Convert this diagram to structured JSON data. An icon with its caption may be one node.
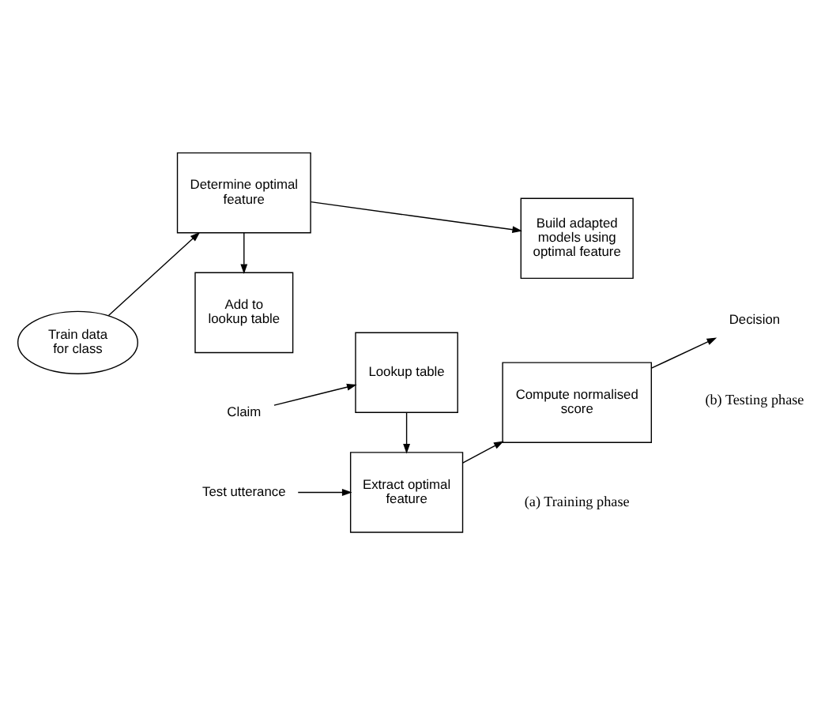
{
  "diagram": {
    "nodes": [
      {
        "text": [
          "Train data for class"
        ]
      },
      {
        "text": [
          "Determine optimal feature"
        ]
      },
      {
        "text": [
          "Build adapted models using optimal feature"
        ]
      },
      {
        "text": [
          "Add to lookup table"
        ]
      },
      {
        "text": [
          "Test utterance"
        ]
      },
      {
        "text": [
          "Extract optimal feature"
        ]
      },
      {
        "text": [
          "Compute normalised score"
        ]
      },
      {
        "text": [
          "Decision"
        ]
      },
      {
        "text": [
          "Claim"
        ]
      },
      {
        "text": [
          "Lookup table"
        ]
      }
    ],
    "edges": [
      {
        "from": 0,
        "to": 1,
        "arrow": "to"
      },
      {
        "from": 1,
        "to": 2,
        "arrow": "to"
      },
      {
        "from": 1,
        "to": 3,
        "arrow": "to"
      },
      {
        "from": 4,
        "to": 5,
        "arrow": "to"
      },
      {
        "from": 5,
        "to": 6,
        "arrow": "to"
      },
      {
        "from": 6,
        "to": 7,
        "arrow": "to"
      },
      {
        "from": 8,
        "to": 9,
        "arrow": "to"
      },
      {
        "from": 9,
        "to": 5,
        "arrow": "to"
      }
    ],
    "labels": [
      "(a) Training phase",
      "(b) Testing phase"
    ]
  }
}
